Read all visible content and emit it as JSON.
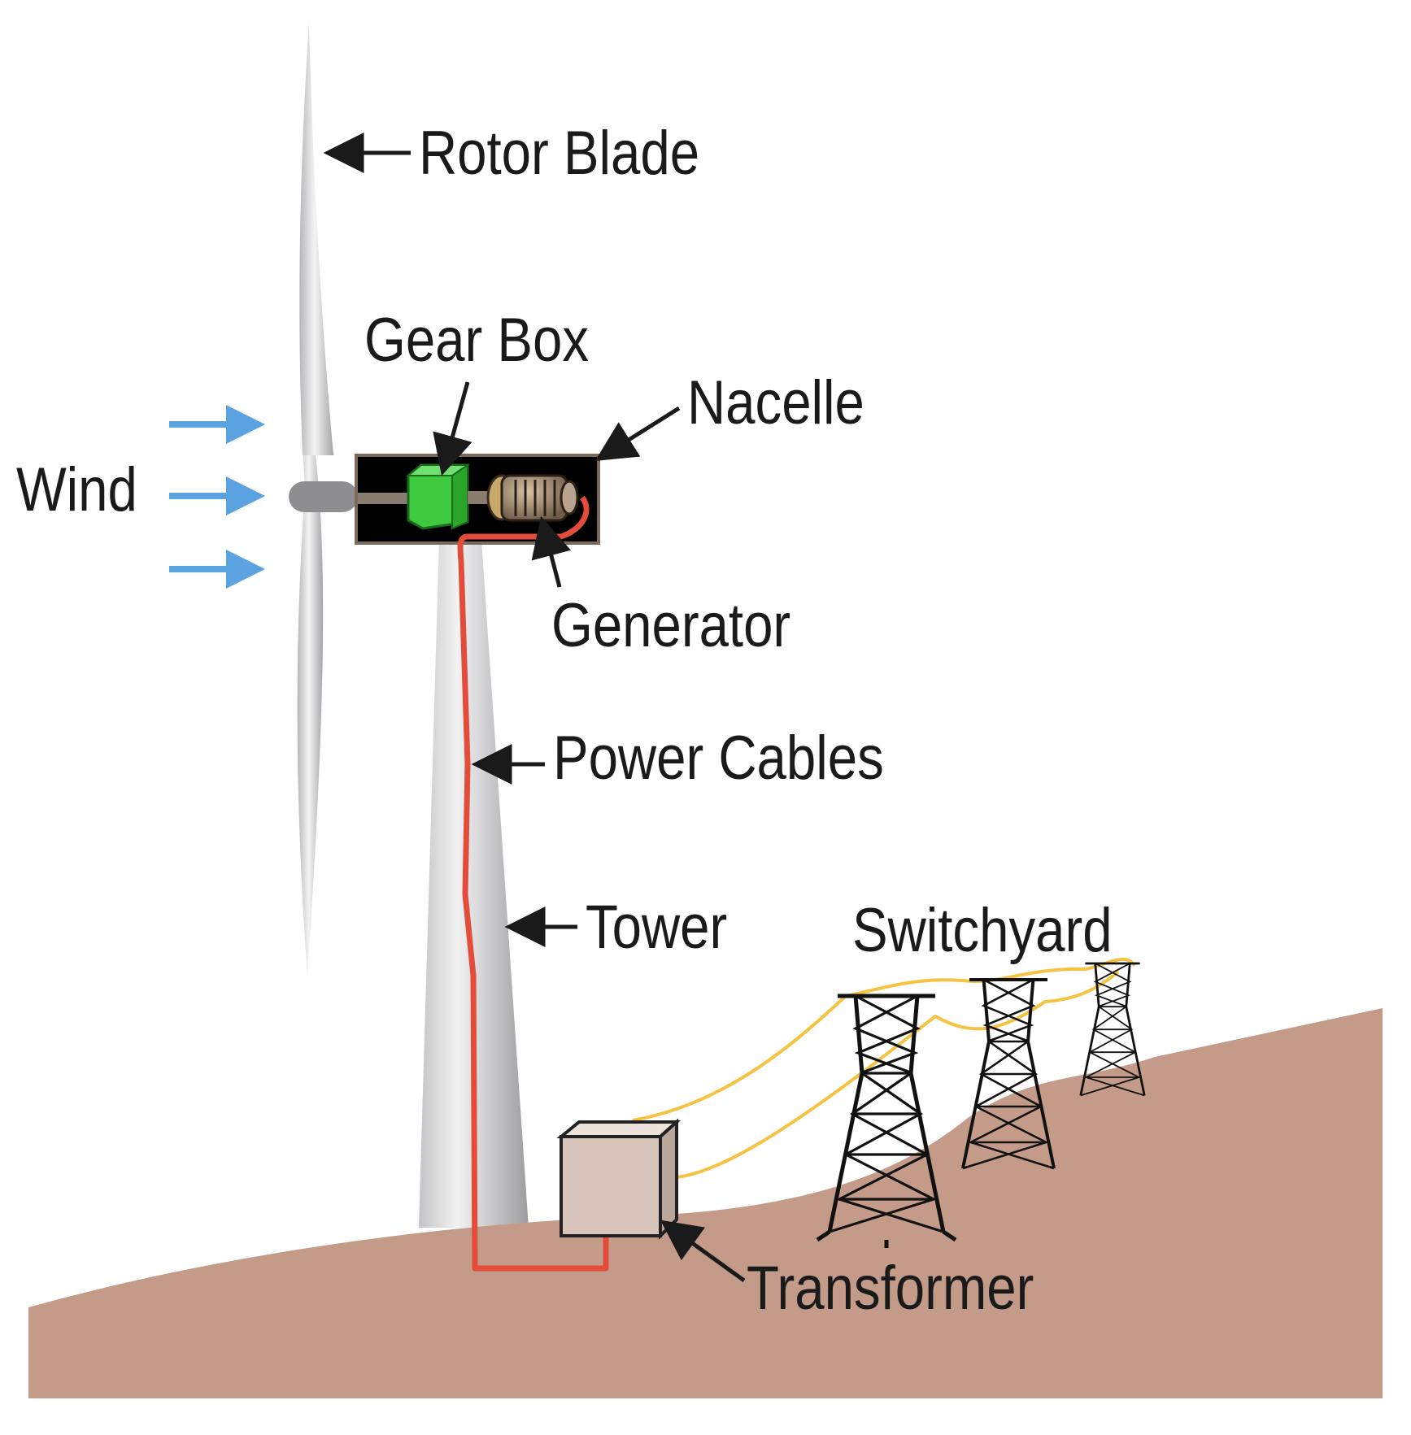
{
  "labels": {
    "rotor_blade": "Rotor Blade",
    "gear_box": "Gear Box",
    "nacelle": "Nacelle",
    "wind": "Wind",
    "generator": "Generator",
    "power_cables": "Power Cables",
    "tower": "Tower",
    "switchyard": "Switchyard",
    "transformer": "Transformer"
  },
  "colors": {
    "ground": "#c49b89",
    "power_cable": "#e34b3a",
    "transmission_wire": "#f5c242",
    "wind_arrow": "#5aa2e0",
    "gear_box": "#3ec93e",
    "nacelle": "#000000",
    "transformer": "#d8c6bd"
  },
  "icons": {
    "wind": "right-arrow-icon",
    "switchyard": "transmission-tower-icon",
    "gear_box": "gearbox-icon",
    "generator": "generator-icon"
  }
}
